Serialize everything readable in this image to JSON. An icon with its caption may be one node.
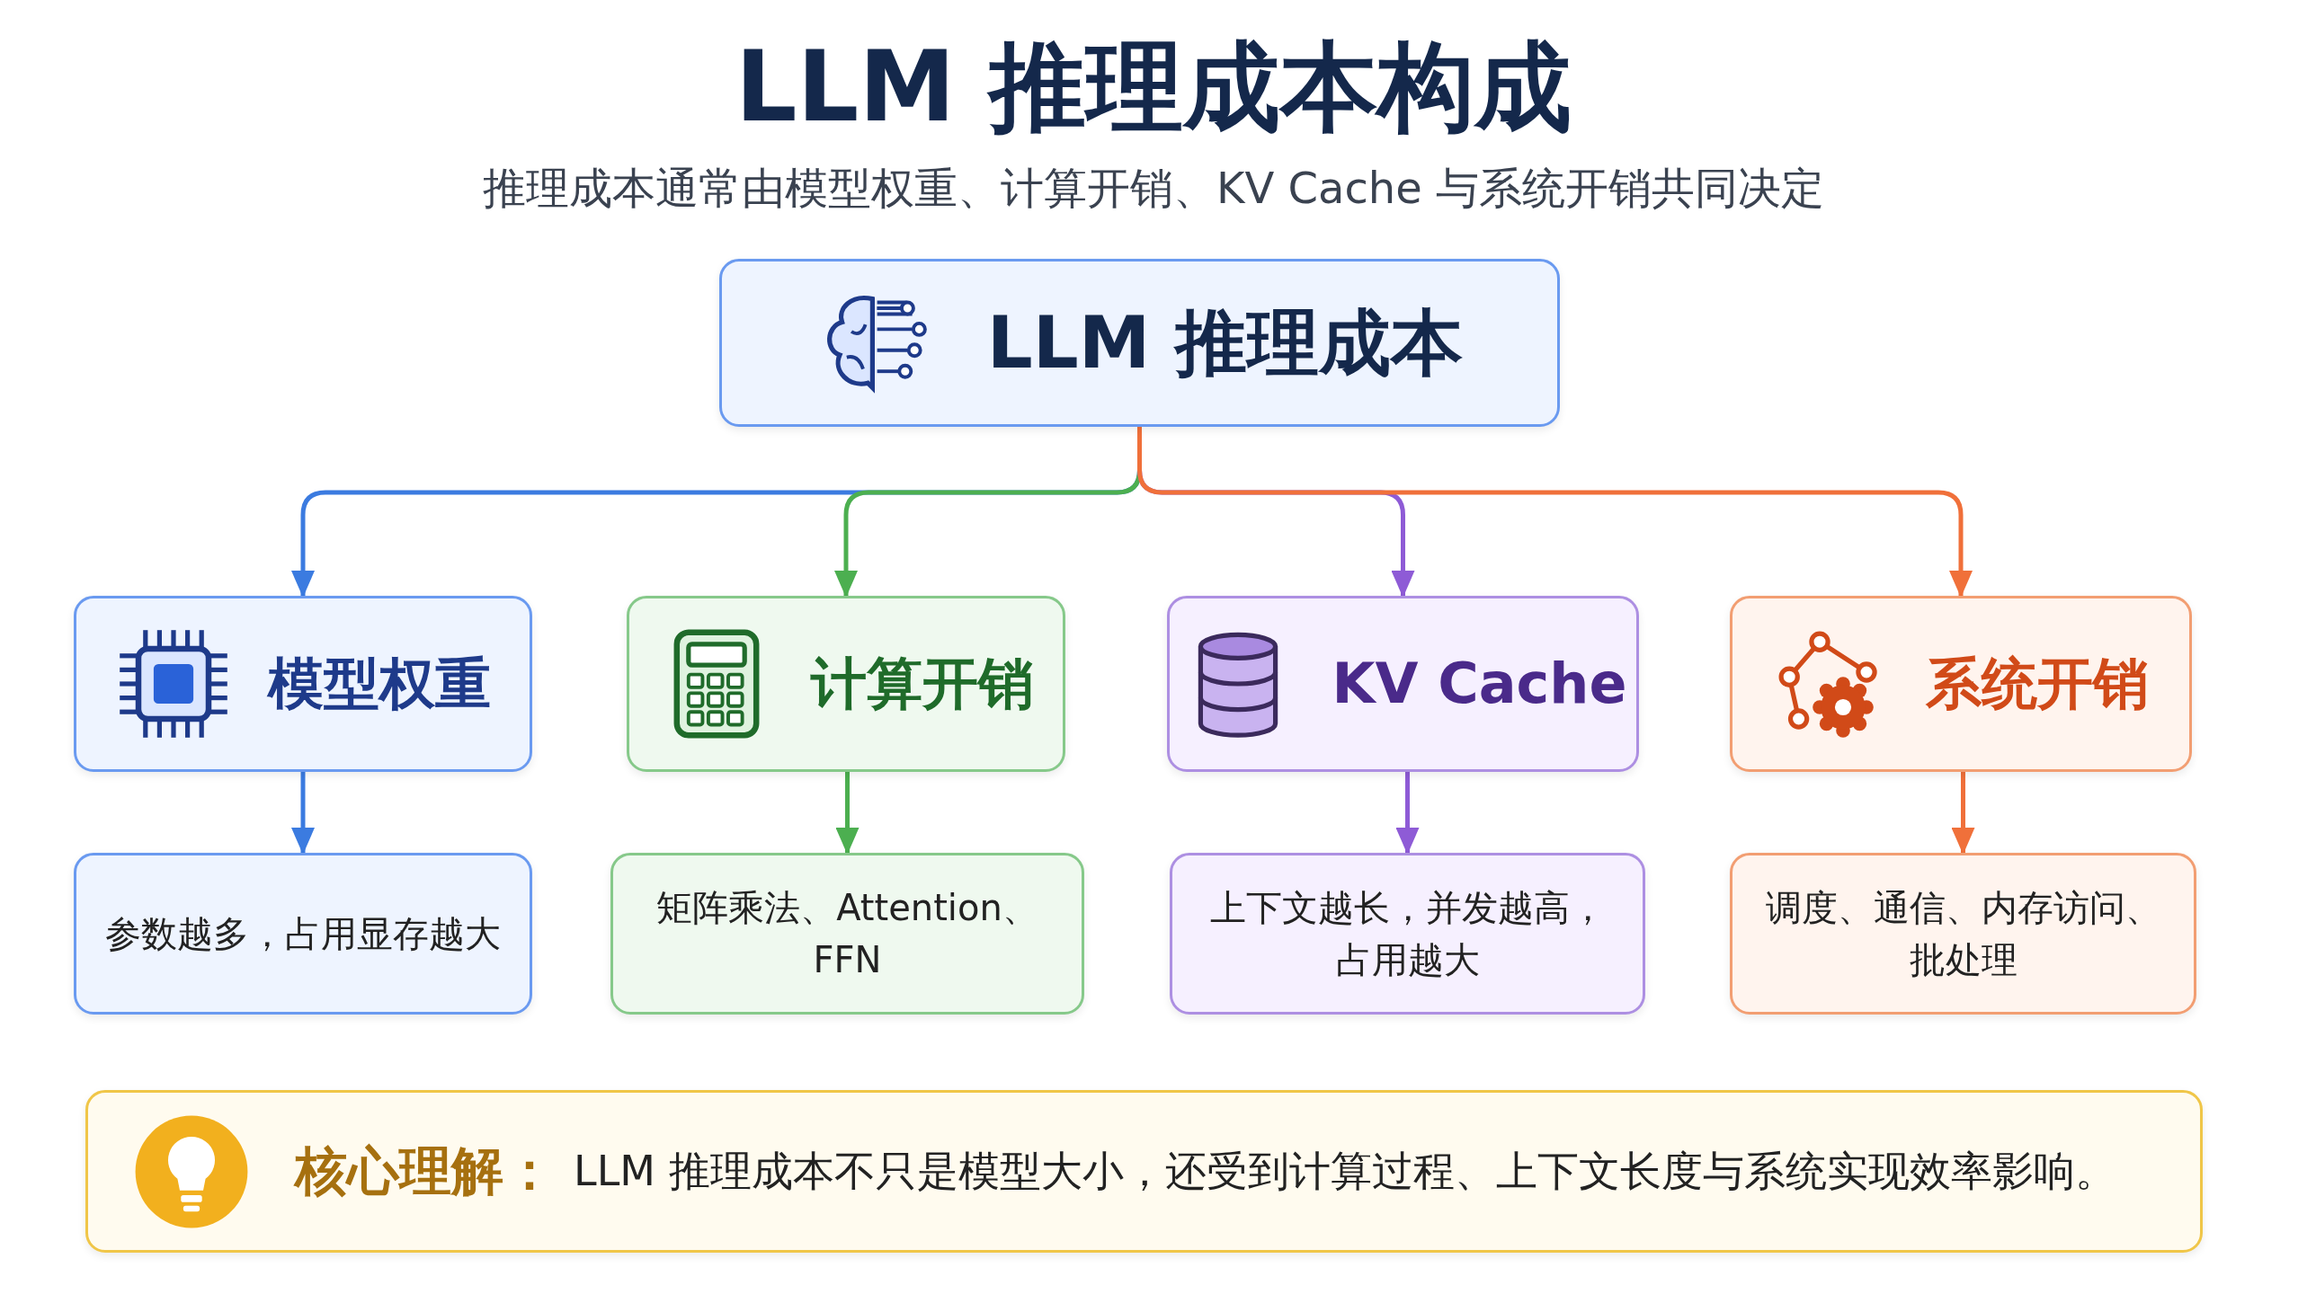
{
  "diagram": {
    "title": "LLM 推理成本构成",
    "nodes": [
      {
        "text": [
          "LLM 推理成本"
        ]
      },
      {
        "text": [
          "模型权重"
        ]
      },
      {
        "text": [
          "计算开销"
        ]
      },
      {
        "text": [
          "KV Cache"
        ]
      },
      {
        "text": [
          "系统开销"
        ]
      },
      {
        "text": [
          "参数越多，占用显存越大"
        ]
      },
      {
        "text": [
          "矩阵乘法、Attention、FFN"
        ]
      },
      {
        "text": [
          "上下文越长，并发越高，占用越大"
        ]
      },
      {
        "text": [
          "调度、通信、内存访问、批处理"
        ]
      },
      {
        "text": [
          "核心理解：",
          "LLM 推理成本不只是模型大小，还受到计算过程、上下文长度与系统实现效率影响。"
        ]
      }
    ],
    "edges": [
      {
        "from": 0,
        "to": 1,
        "arrow": "to",
        "color": "#3b7be0"
      },
      {
        "from": 0,
        "to": 2,
        "arrow": "to",
        "color": "#4caf50"
      },
      {
        "from": 0,
        "to": 3,
        "arrow": "to",
        "color": "#8e5bd6"
      },
      {
        "from": 0,
        "to": 4,
        "arrow": "to",
        "color": "#f0703a"
      },
      {
        "from": 1,
        "to": 5,
        "arrow": "to",
        "color": "#3b7be0"
      },
      {
        "from": 2,
        "to": 6,
        "arrow": "to",
        "color": "#4caf50"
      },
      {
        "from": 3,
        "to": 7,
        "arrow": "to",
        "color": "#8e5bd6"
      },
      {
        "from": 4,
        "to": 8,
        "arrow": "to",
        "color": "#f0703a"
      }
    ],
    "labels": [
      "推理成本通常由模型权重、计算开销、KV Cache 与系统开销共同决定"
    ]
  }
}
